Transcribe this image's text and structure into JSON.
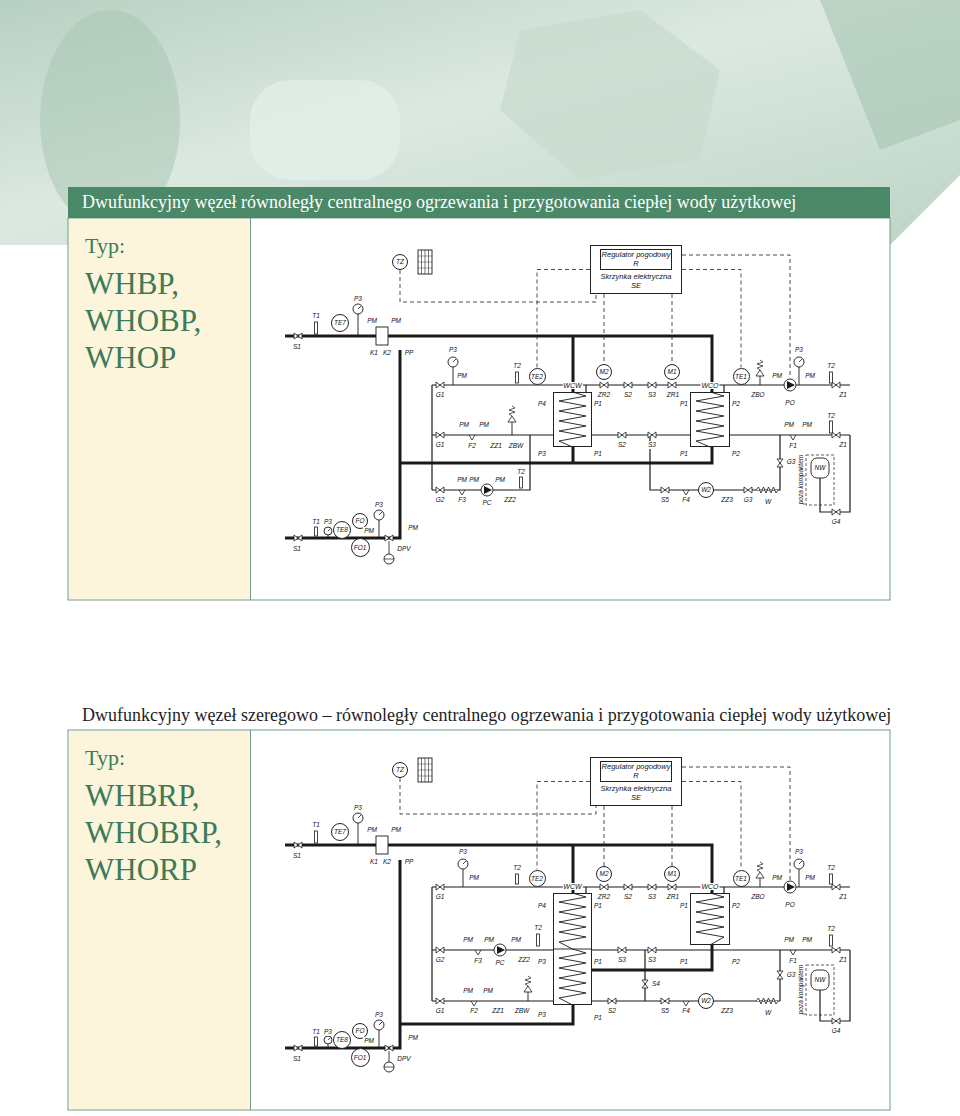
{
  "diagram": {
    "nodes": [
      {
        "text": [
          "Dwufunkcyjny węzeł równoległy centralnego ogrzewania i przygotowania ciepłej wody użytkowej"
        ]
      },
      {
        "text": [
          "Typ:",
          "WHBP, WHOBP, WHOP"
        ]
      },
      {
        "text": [
          "TZ"
        ]
      },
      {
        "text": [
          "Regulator pogodowy R",
          "Skrzynka elektryczna SE"
        ]
      },
      {
        "text": [
          "TE2"
        ]
      },
      {
        "text": [
          "WCW"
        ]
      },
      {
        "text": [
          "M2"
        ]
      },
      {
        "text": [
          "M1"
        ]
      },
      {
        "text": [
          "WCO"
        ]
      },
      {
        "text": [
          "TE1"
        ]
      },
      {
        "text": [
          "Typ:",
          "WHBRP, WHOBRP, WHORP"
        ]
      },
      {
        "text": [
          "TZ"
        ]
      },
      {
        "text": [
          "Regulator pogodowy R",
          "Skrzynka elektryczna SE"
        ]
      },
      {
        "text": [
          "TE2"
        ]
      },
      {
        "text": [
          "WCW"
        ]
      },
      {
        "text": [
          "M2"
        ]
      },
      {
        "text": [
          "M1"
        ]
      },
      {
        "text": [
          "WCO"
        ]
      },
      {
        "text": [
          "TE1"
        ]
      }
    ],
    "edges": [
      {
        "from": 2,
        "to": 3,
        "arrow": "none"
      },
      {
        "from": 3,
        "to": 4,
        "arrow": "none"
      },
      {
        "from": 3,
        "to": 6,
        "arrow": "none"
      },
      {
        "from": 3,
        "to": 7,
        "arrow": "none"
      },
      {
        "from": 3,
        "to": 9,
        "arrow": "none"
      },
      {
        "from": 11,
        "to": 12,
        "arrow": "none"
      },
      {
        "from": 12,
        "to": 13,
        "arrow": "none"
      },
      {
        "from": 12,
        "to": 15,
        "arrow": "none"
      },
      {
        "from": 12,
        "to": 16,
        "arrow": "none"
      },
      {
        "from": 12,
        "to": 18,
        "arrow": "none"
      }
    ],
    "labels": [
      "T1",
      "S1",
      "TE7",
      "P3",
      "PM",
      "PM",
      "K1",
      "K2",
      "PP",
      "P3",
      "PM",
      "G1",
      "T2",
      "P4",
      "ZR2",
      "S2",
      "S3",
      "ZR1",
      "P1",
      "P1",
      "P2",
      "ZBO",
      "P3",
      "PM",
      "PM",
      "PO",
      "T2",
      "Z1",
      "PM",
      "PM",
      "G1",
      "F2",
      "ZZ1",
      "ZBW",
      "P3",
      "P1",
      "S2",
      "S3",
      "P1",
      "P2",
      "PM",
      "PM",
      "T2",
      "F1",
      "Z1",
      "T2",
      "PM",
      "PM",
      "PM",
      "G2",
      "F3",
      "PC",
      "ZZ2",
      "S5",
      "F4",
      "W2",
      "ZZ3",
      "G3",
      "W",
      "G3",
      "NW",
      "poza kompaktem",
      "G4",
      "T1",
      "P3",
      "P3",
      "TE8",
      "FO",
      "PM",
      "FO1",
      "DPV",
      "PM",
      "S1",
      "Dwufunkcyjny węzeł szeregowo – równoległy centralnego ogrzewania i przygotowania ciepłej wody użytkowej",
      "T1",
      "S1",
      "TE7",
      "P3",
      "PM",
      "PM",
      "K1",
      "K2",
      "PP",
      "P3",
      "PM",
      "G1",
      "T2",
      "P4",
      "ZR2",
      "S2",
      "S3",
      "ZR1",
      "P1",
      "P1",
      "P2",
      "ZBO",
      "P3",
      "PM",
      "PM",
      "PO",
      "T2",
      "Z1",
      "T2",
      "PM",
      "PM",
      "PM",
      "G2",
      "F3",
      "PC",
      "ZZ2",
      "P3",
      "P1",
      "S3",
      "S3",
      "P1",
      "P2",
      "S4",
      "PM",
      "PM",
      "T2",
      "F1",
      "Z1",
      "PM",
      "PM",
      "G1",
      "F2",
      "ZZ1",
      "ZBW",
      "P3",
      "P1",
      "S2",
      "S5",
      "F4",
      "W2",
      "ZZ3",
      "G3",
      "W",
      "NW",
      "poza kompaktem",
      "G4",
      "T1",
      "P3",
      "P3",
      "TE8",
      "FO",
      "PM",
      "FO1",
      "DPV",
      "PM",
      "S1"
    ]
  }
}
